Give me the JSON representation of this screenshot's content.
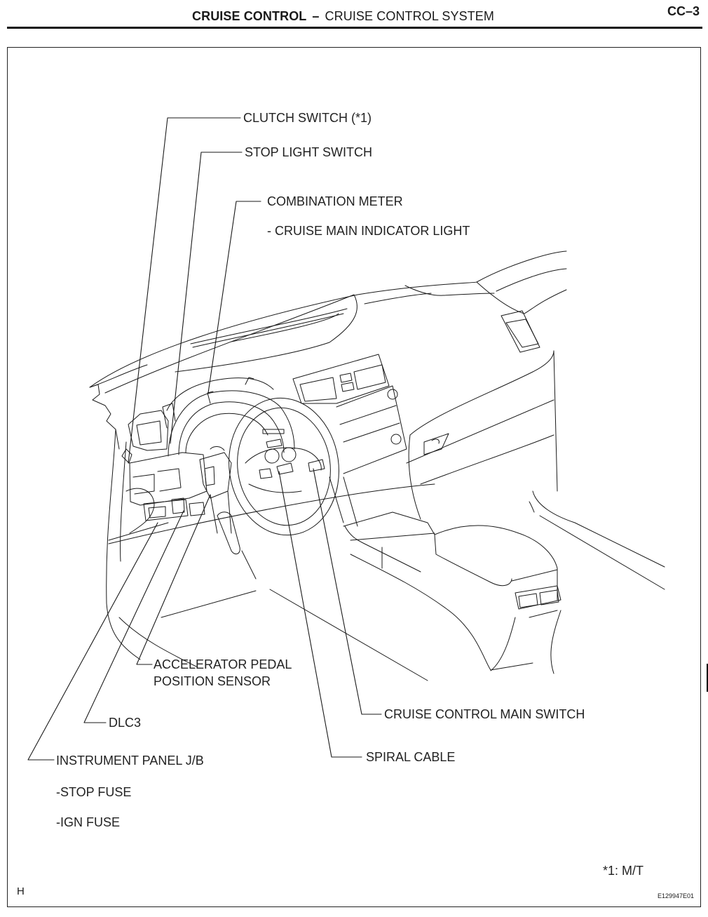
{
  "header": {
    "section": "CRUISE CONTROL",
    "separator": "–",
    "subsection": "CRUISE CONTROL SYSTEM",
    "page": "CC–3"
  },
  "labels": {
    "clutch_switch": "CLUTCH SWITCH (*1)",
    "stop_light_switch": "STOP LIGHT SWITCH",
    "combination_meter": "COMBINATION METER",
    "cruise_main_indicator": "- CRUISE MAIN INDICATOR LIGHT",
    "accelerator_pedal_1": "ACCELERATOR PEDAL",
    "accelerator_pedal_2": "POSITION SENSOR",
    "dlc3": "DLC3",
    "instrument_panel_jb": "INSTRUMENT PANEL J/B",
    "stop_fuse": "-STOP FUSE",
    "ign_fuse": "-IGN FUSE",
    "cruise_control_main_switch": "CRUISE CONTROL MAIN SWITCH",
    "spiral_cable": "SPIRAL CABLE"
  },
  "footnote": "*1: M/T",
  "corner_mark": "H",
  "figure_id": "E129947E01",
  "colors": {
    "ink": "#1a1a1a",
    "paper": "#ffffff"
  }
}
